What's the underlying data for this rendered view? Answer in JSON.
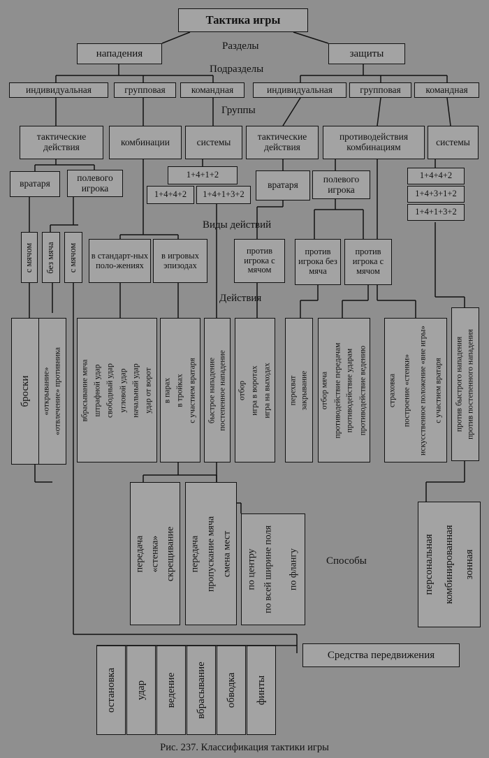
{
  "root": "Тактика игры",
  "levels": {
    "sections": "Разделы",
    "subsections": "Подразделы",
    "groups": "Группы",
    "action_types": "Виды действий",
    "actions": "Действия",
    "methods": "Способы"
  },
  "sections": {
    "attack": "нападения",
    "defense": "защиты"
  },
  "subsections": {
    "attack": [
      "индивидуальная",
      "групповая",
      "командная"
    ],
    "defense": [
      "индивидуальная",
      "групповая",
      "командная"
    ]
  },
  "groups": {
    "att_tactical": "тактические действия",
    "att_combinations": "комбинации",
    "att_systems": "системы",
    "def_tactical": "тактические действия",
    "def_counter": "противодействия комбинациям",
    "def_systems": "системы"
  },
  "att_systems_items": [
    "1+4+1+2",
    "1+4+4+2",
    "1+4+1+3+2"
  ],
  "def_systems_items": [
    "1+4+4+2",
    "1+4+3+1+2",
    "1+4+1+3+2"
  ],
  "players": {
    "att_goalie": "вратаря",
    "att_field": "полевого игрока",
    "def_goalie": "вратаря",
    "def_field": "полевого игрока"
  },
  "att_field_kinds": [
    "с мячом",
    "без мяча",
    "с мячом"
  ],
  "att_combination_kinds": [
    "в стандарт-ных поло-жениях",
    "в игровых эпизодах"
  ],
  "def_kinds": [
    "против игрока с мячом",
    "против игрока без мяча",
    "против игрока с мячом"
  ],
  "actions": {
    "throws": [
      "броски"
    ],
    "unmark": [
      "«открывание»",
      "«отвлечение» противника"
    ],
    "standard": [
      "вбрасывание мяча",
      "штрафной удар",
      "свободный удар",
      "угловой удар",
      "начальный удар",
      "удар от ворот"
    ],
    "episodes": [
      "в парах",
      "в тройках",
      "с участием вратаря"
    ],
    "attack_types": [
      "быстрое нападение",
      "постепенное нападение"
    ],
    "goalie_def": [
      "отбор",
      "игра в воротах",
      "игра на выходах"
    ],
    "field_no_ball": [
      "перехват",
      "закрывание"
    ],
    "field_with_ball": [
      "отбор мяча",
      "противодействие передачам",
      "противодействие ударам",
      "противодействие ведению"
    ],
    "counter": [
      "страховка",
      "построение «стенки»",
      "искусственное положение «вне игры»",
      "с участием вратаря"
    ],
    "against": [
      "против быстрого нападения",
      "против постепенного нападения"
    ]
  },
  "methods": {
    "pairs": [
      "передача",
      "«стенка»",
      "скрещивание"
    ],
    "triples": [
      "передача",
      "пропускание мяча",
      "смена мест"
    ],
    "directions": [
      "по центру",
      "по всей ширине поля",
      "по флангу"
    ],
    "defense": [
      "персональная",
      "комбинированная",
      "зонная"
    ]
  },
  "movement_label": "Средства передвижения",
  "movement": [
    "остановка",
    "удар",
    "ведение",
    "вбрасывание",
    "обводка",
    "финты"
  ],
  "caption": "Рис. 237. Классификация тактики игры"
}
